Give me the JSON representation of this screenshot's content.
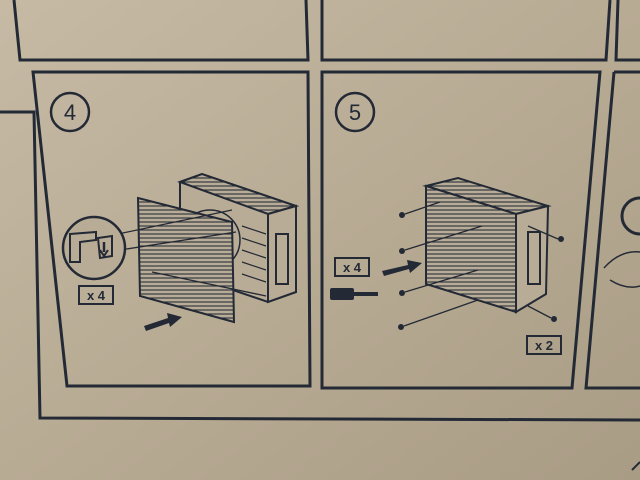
{
  "steps": [
    {
      "number": "4",
      "quantity": "x 4",
      "action": "attach-front-grille"
    },
    {
      "number": "5",
      "quantity_screws_left": "x 4",
      "quantity_screws_right": "x 2",
      "action": "fasten-screws"
    }
  ],
  "colors": {
    "cardboard": "#b9ac96",
    "ink": "#232a35"
  }
}
